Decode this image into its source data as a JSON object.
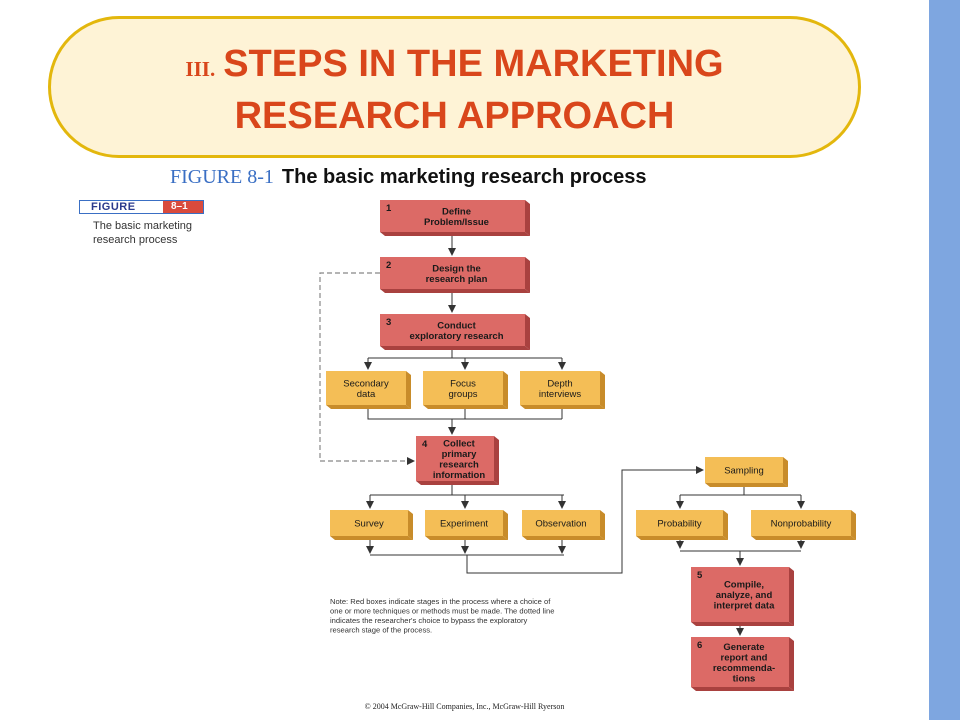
{
  "title": {
    "number": "III.",
    "line1": "STEPS IN THE MARKETING",
    "line2": "RESEARCH APPROACH"
  },
  "figure_caption": {
    "number": "FIGURE 8-1",
    "text": "The basic marketing research process"
  },
  "figure_tag": {
    "word": "FIGURE",
    "number": "8–1",
    "desc": "The basic marketing research process"
  },
  "diagram": {
    "steps": [
      {
        "num": "1",
        "lines": [
          "Define",
          "Problem/Issue"
        ]
      },
      {
        "num": "2",
        "lines": [
          "Design the",
          "research plan"
        ]
      },
      {
        "num": "3",
        "lines": [
          "Conduct",
          "exploratory research"
        ]
      },
      {
        "num": "4",
        "lines": [
          "Collect",
          "primary",
          "research",
          "information"
        ]
      },
      {
        "num": "5",
        "lines": [
          "Compile,",
          "analyze, and",
          "interpret data"
        ]
      },
      {
        "num": "6",
        "lines": [
          "Generate",
          "report and",
          "recommenda-",
          "tions"
        ]
      }
    ],
    "exploratory_options": [
      {
        "lines": [
          "Secondary",
          "data"
        ]
      },
      {
        "lines": [
          "Focus",
          "groups"
        ]
      },
      {
        "lines": [
          "Depth",
          "interviews"
        ]
      }
    ],
    "collection_methods": [
      {
        "lines": [
          "Survey"
        ]
      },
      {
        "lines": [
          "Experiment"
        ]
      },
      {
        "lines": [
          "Observation"
        ]
      }
    ],
    "sampling": {
      "lines": [
        "Sampling"
      ]
    },
    "sampling_options": [
      {
        "lines": [
          "Probability"
        ]
      },
      {
        "lines": [
          "Nonprobability"
        ]
      }
    ],
    "note": [
      "Note: Red boxes indicate stages in the process where a choice of",
      "one or more techniques or methods must be made. The dotted line",
      "indicates the researcher's choice to bypass the exploratory",
      "research stage of the process."
    ]
  },
  "copyright": "© 2004 McGraw-Hill Companies, Inc., McGraw-Hill Ryerson",
  "colors": {
    "accent": "#d9461b",
    "sidebar": "#7ea6e0",
    "red_box": "#dc6a66",
    "gold_box": "#f4be56"
  }
}
